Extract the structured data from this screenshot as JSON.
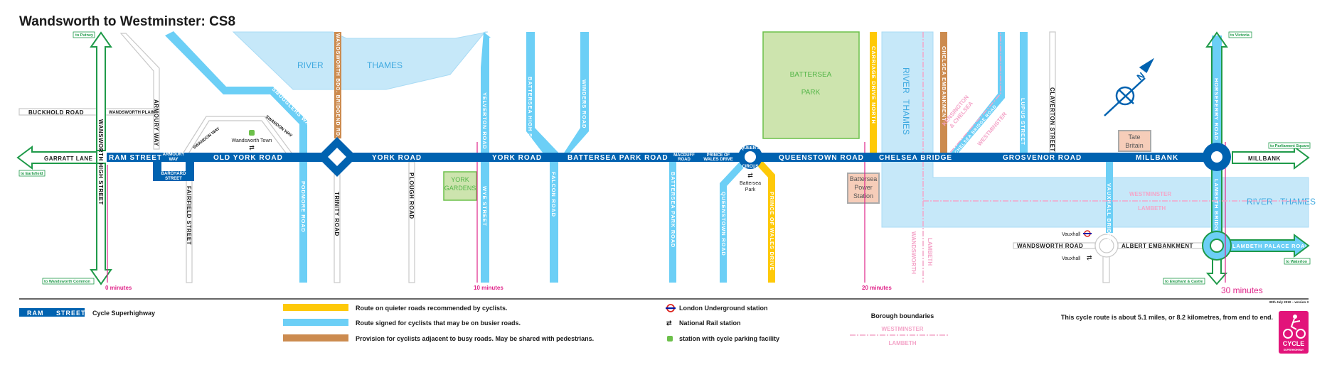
{
  "title": "Wandsworth to Westminster: CS8",
  "colors": {
    "superhighway": "#0062b0",
    "quieter": "#fec908",
    "signed": "#6ccff6",
    "provision": "#cc8b4f",
    "river": "#c6e8f9",
    "park": "#cde4ae",
    "landmark": "#f6cdb9",
    "minutes": "#e0258a",
    "boundary": "#f4a6c9",
    "destination": "#1f9a49",
    "logo": "#e2147a"
  },
  "route": {
    "segments": [
      "RAM STREET",
      "OLD YORK ROAD",
      "YORK ROAD",
      "YORK ROAD",
      "BATTERSEA PARK ROAD",
      "QUEENSTOWN ROAD",
      "CHELSEA BRIDGE",
      "GROSVENOR ROAD",
      "MILLBANK"
    ],
    "small_labels": {
      "armoury_way": [
        "ARMOURY",
        "WAY"
      ],
      "barchard_street": [
        "BARCHARD",
        "STREET"
      ],
      "macduff_road": [
        "MACDUFF",
        "ROAD"
      ],
      "prince_of_wales_drive": [
        "PRINCE OF",
        "WALES DRIVE"
      ],
      "queens_circus": [
        "QUEEN'S",
        "CIRCUS"
      ]
    }
  },
  "roads": {
    "buckhold_road": "BUCKHOLD ROAD",
    "wandsworth_plain": "WANDSWORTH PLAIN",
    "armoury_way": "ARMOURY WAY",
    "wandsworth_high_street": "WANSWORTH HIGH STREET",
    "garratt_lane": "GARRATT LANE",
    "fairfield_street": "FAIRFIELD STREET",
    "swandon_way": "SWANDON WAY",
    "smugglers_way": "SMUGGLERS WAY",
    "podmore_road": "PODMORE ROAD",
    "wandsworth_bridge_road": "WANDSWORTH BDG. BRIDGEND RD.",
    "trinity_road": "TRINITY ROAD",
    "plough_road": "PLOUGH ROAD",
    "yelverton_road": "YELVERTON ROAD",
    "wye_street": "WYE STREET",
    "battersea_high_street": "BATTERSEA HIGH STREET",
    "winders_road": "WINDERS ROAD",
    "falcon_road": "FALCON ROAD",
    "battersea_park_road": "BATTERSEA PARK ROAD",
    "queenstown_road": "QUEENSTOWN ROAD",
    "prince_of_wales_drive": "PRINCE OF WALES DRIVE",
    "carriage_drive_north": "CARRIAGE DRIVE NORTH",
    "chelsea_embankment": "CHELSEA EMBANKMENT",
    "chelsea_bridge_road": "CHELSEA BRIDGE ROAD",
    "lupus_street": "LUPUS STREET",
    "claverton_street": "CLAVERTON STREET",
    "vauxhall_bridge": "VAUXHALL BRIDGE",
    "wandsworth_road": "WANDSWORTH ROAD",
    "albert_embankment": "ALBERT EMBANKMENT",
    "horseferry_road": "HORSEFERRY ROAD",
    "lambeth_bridge": "LAMBETH BRIDGE",
    "lambeth_palace_road": "LAMBETH PALACE ROAD",
    "millbank_east": "MILLBANK"
  },
  "destinations": {
    "putney": "to Putney",
    "earlsfield": "to Earlsfield",
    "wandsworth_common": "to Wandsworth Common",
    "victoria": "to Victoria",
    "parliament_square": "to Parliament Square",
    "waterloo": "to Waterloo",
    "elephant_castle": "to Elephant & Castle"
  },
  "areas": {
    "river_thames": [
      "RIVER",
      "THAMES"
    ],
    "york_gardens": [
      "YORK",
      "GARDENS"
    ],
    "battersea_park": [
      "BATTERSEA",
      "PARK"
    ],
    "battersea_power_station": [
      "Battersea",
      "Power",
      "Station"
    ],
    "tate_britain": [
      "Tate",
      "Britain"
    ]
  },
  "stations": {
    "wandsworth_town": "Wandsworth Town",
    "battersea_park": [
      "Battersea",
      "Park"
    ],
    "vauxhall_underground": "Vauxhall",
    "vauxhall_rail": "Vauxhall"
  },
  "boroughs": {
    "wandsworth": "WANDSWORTH",
    "lambeth": "LAMBETH",
    "westminster": "WESTMINSTER",
    "kensington_chelsea": [
      "KENSINGTON",
      "& CHELSEA"
    ]
  },
  "minutes": [
    "0 minutes",
    "10 minutes",
    "20 minutes",
    "30 minutes"
  ],
  "compass": "N",
  "version": "30th July 2010 – version 3",
  "legend": {
    "superhighway_sample": "RAM     STREET",
    "superhighway_label": "Cycle Superhighway",
    "quieter": "Route on quieter roads recommended by cyclists.",
    "signed": "Route signed for cyclists that may be on busier roads.",
    "provision": "Provision for cyclists adjacent to busy roads. May be shared with pedestrians.",
    "underground": "London Underground station",
    "rail": "National Rail station",
    "cycle_parking": "station with cycle parking facility",
    "boroughs_title": "Borough boundaries",
    "boroughs_top": "WESTMINSTER",
    "boroughs_bottom": "LAMBETH"
  },
  "distance_note": "This cycle route is about 5.1 miles, or 8.2 kilometres, from end to end.",
  "logo": {
    "line1": "CYCLE",
    "line2": "SUPERHIGHWAY"
  }
}
